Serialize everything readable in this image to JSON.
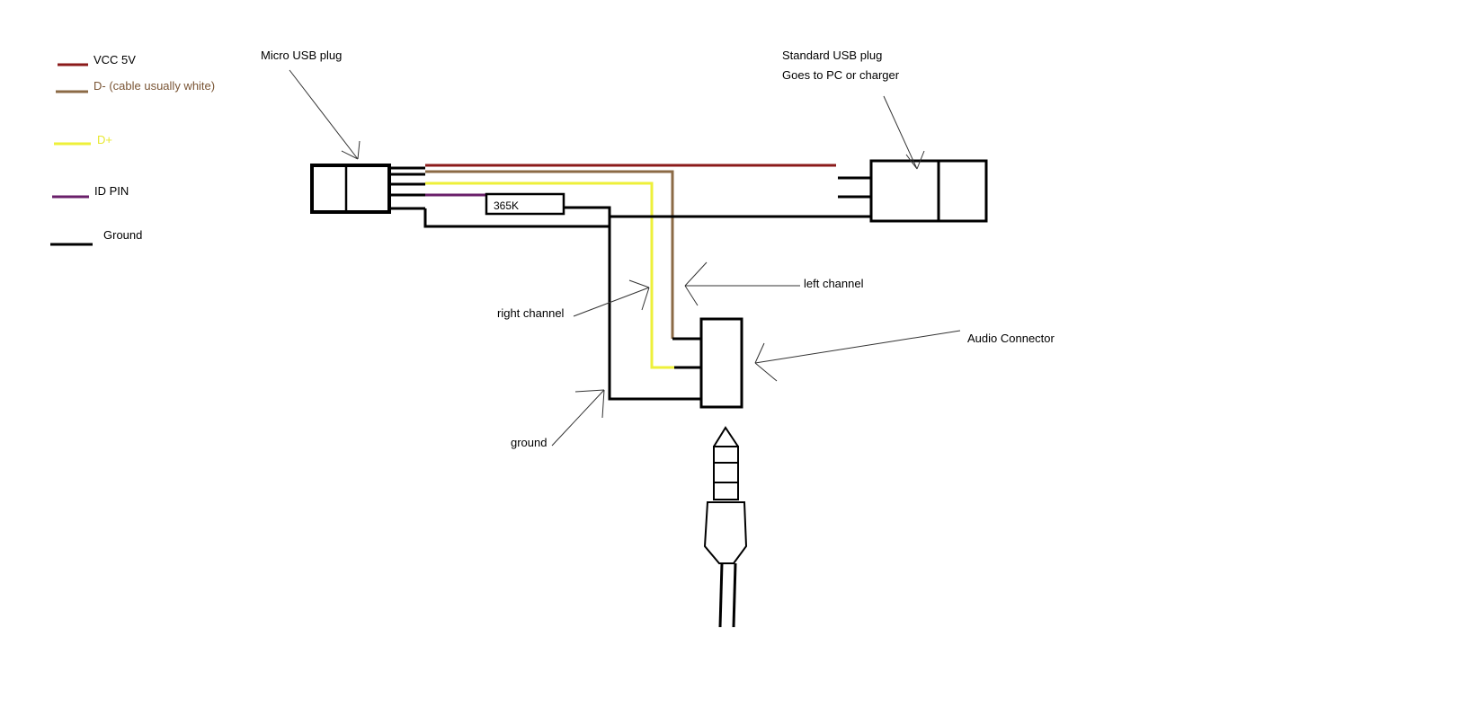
{
  "colors": {
    "vcc": "#8b1a1a",
    "d_minus": "#8b6a45",
    "d_plus": "#eef03a",
    "id_pin": "#6a1f6a",
    "ground": "#000000",
    "background": "#ffffff"
  },
  "legend": {
    "vcc": "VCC 5V",
    "d_minus": "D- (cable usually white)",
    "d_plus": "D+",
    "id_pin": "ID PIN",
    "ground": "Ground"
  },
  "labels": {
    "micro_usb": "Micro USB plug",
    "standard_usb_line1": "Standard USB plug",
    "standard_usb_line2": "Goes to PC or charger",
    "resistor": "365K",
    "left_channel": "left channel",
    "right_channel": "right channel",
    "ground": "ground",
    "audio_connector": "Audio Connector"
  }
}
